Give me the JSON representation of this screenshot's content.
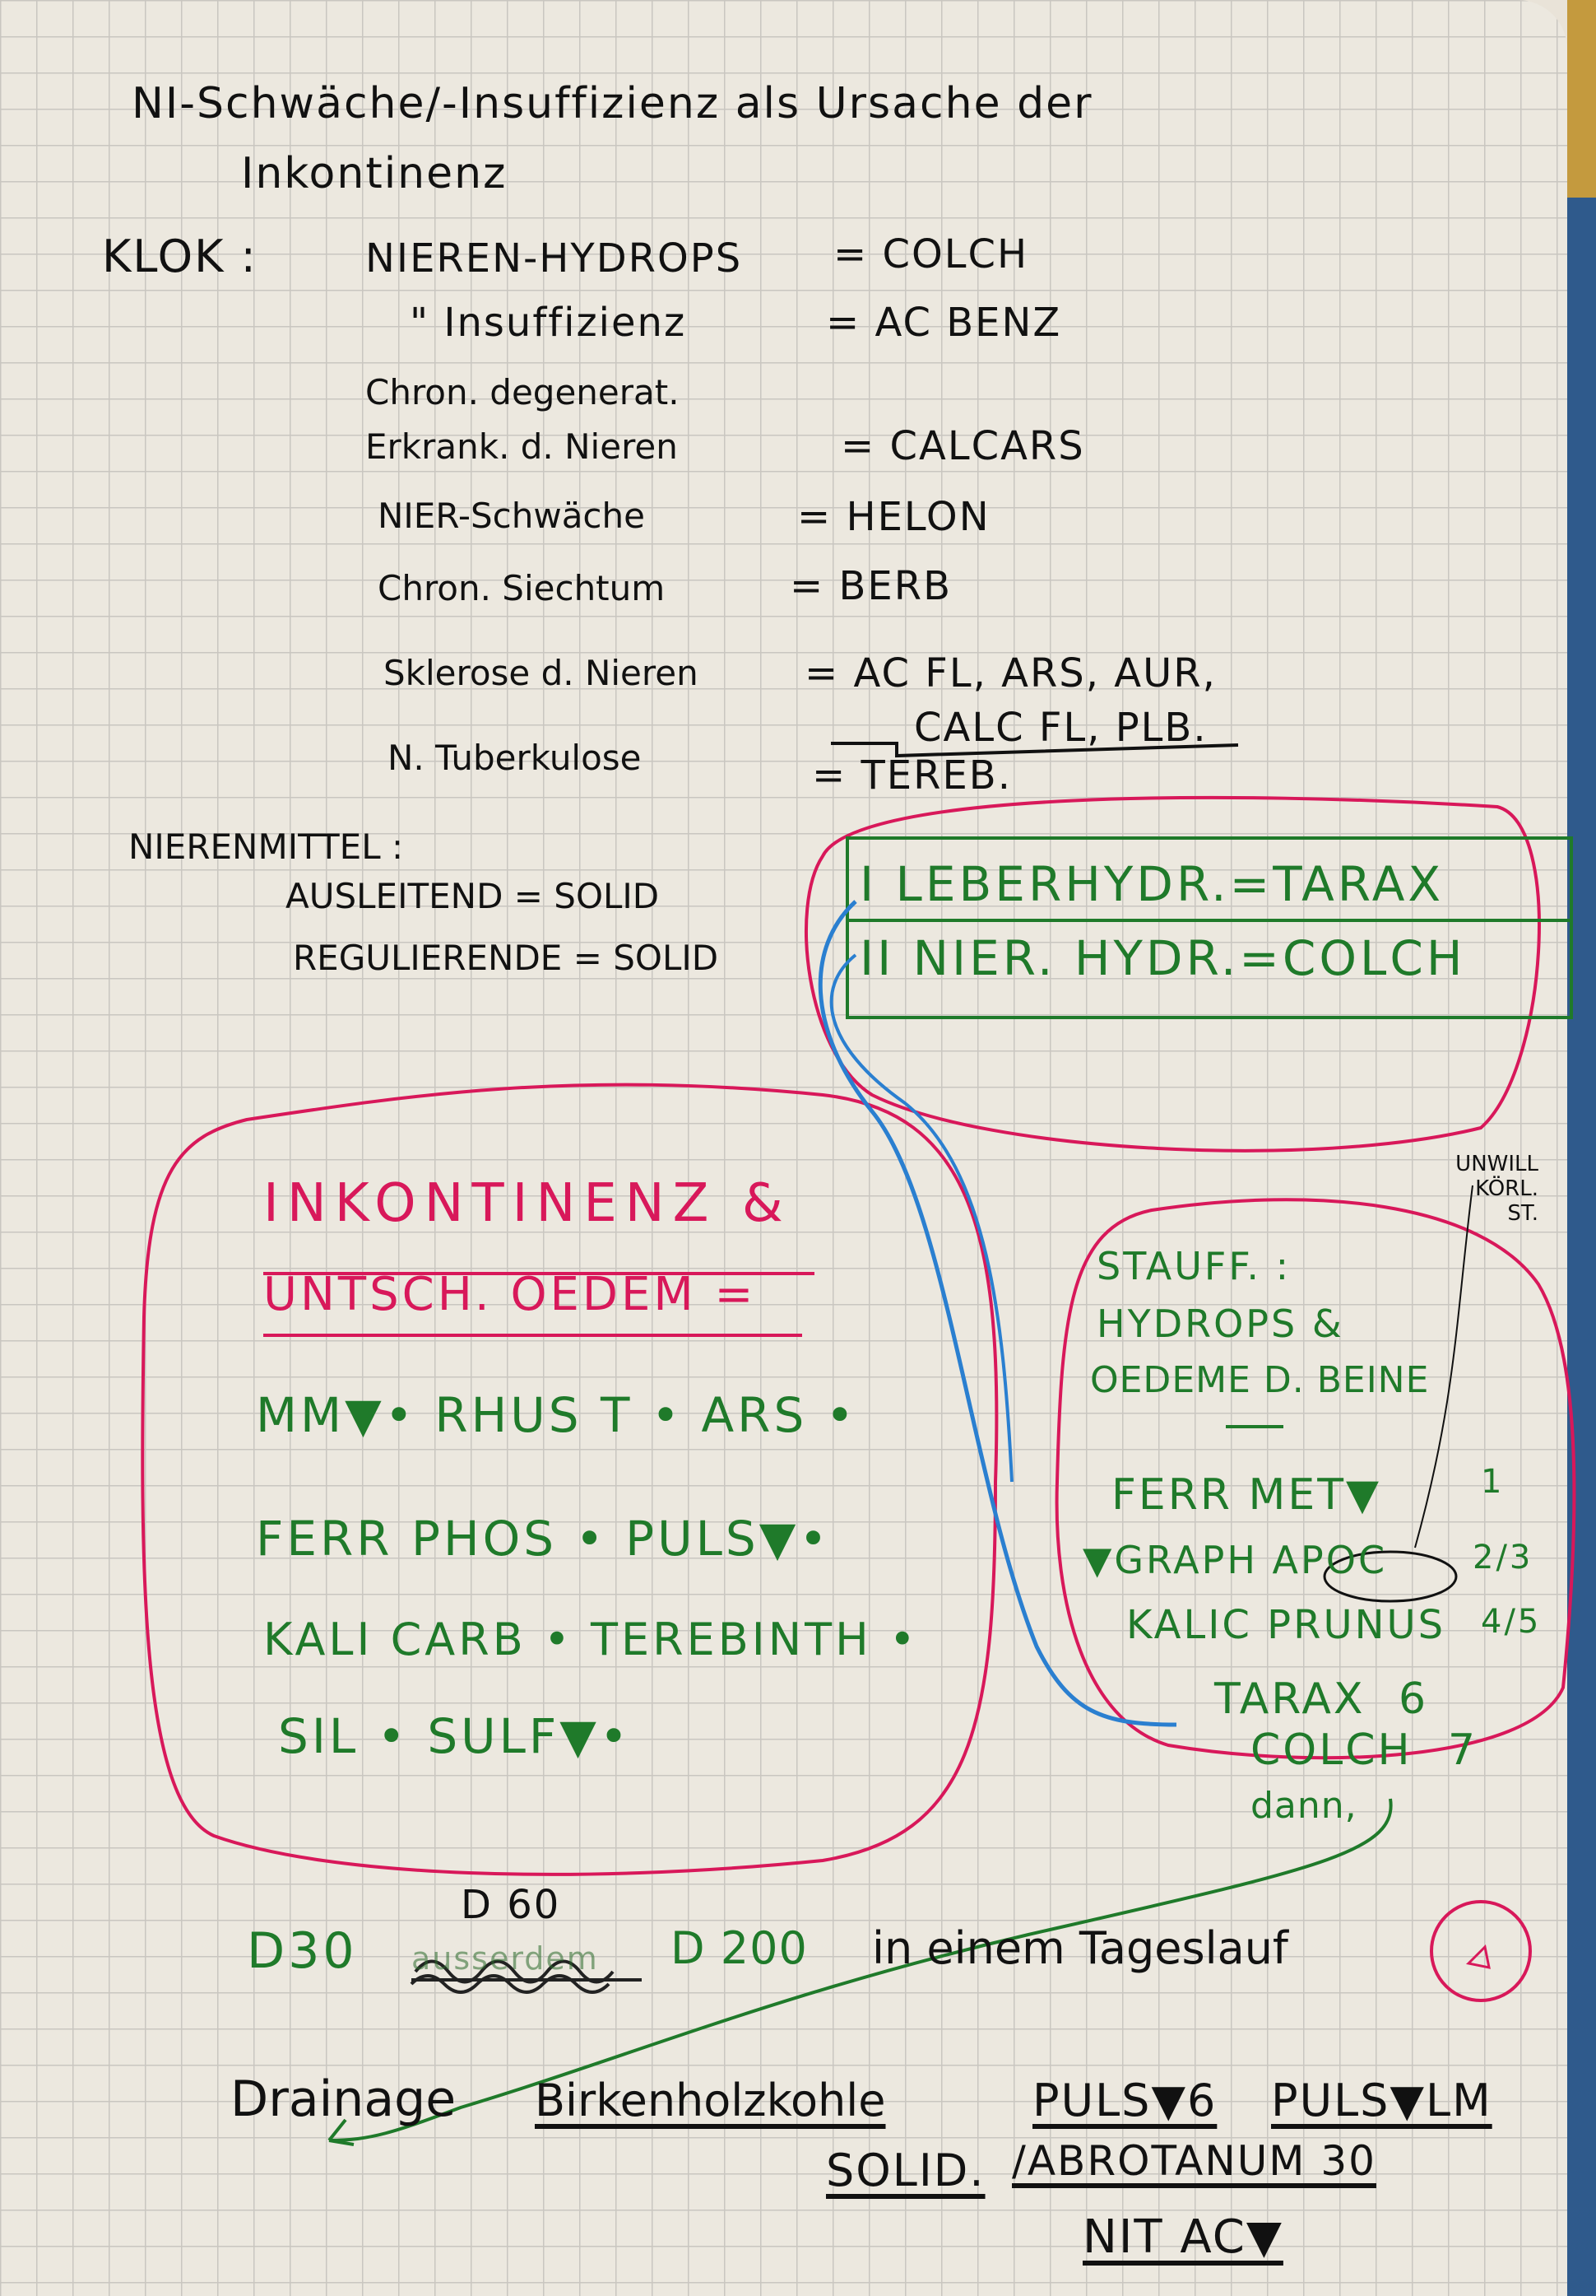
{
  "title": {
    "line1": "NI-Schwäche/-Insuffizienz als Ursache der",
    "line2": "Inkontinenz"
  },
  "klok": {
    "label": "KLOK :",
    "rows": [
      {
        "left": "NIEREN-HYDROPS",
        "right": "= COLCH"
      },
      {
        "left": "\" Insuffizienz",
        "right": "= AC BENZ"
      },
      {
        "left": "Chron. degenerat.",
        "right": ""
      },
      {
        "left": "Erkrank. d. Nieren",
        "right": "= CALCARS"
      },
      {
        "left": "NIER-Schwäche",
        "right": "= HELON"
      },
      {
        "left": "Chron. Siechtum",
        "right": "= BERB"
      },
      {
        "left": "Sklerose d. Nieren",
        "right": "= AC FL, ARS, AUR,"
      },
      {
        "left": "",
        "right": "CALC FL, PLB."
      },
      {
        "left": "N. Tuberkulose",
        "right": "= TEREB."
      }
    ]
  },
  "nierenmittel": {
    "label": "NIERENMITTEL :",
    "ausleitend": "AUSLEITEND = SOLID",
    "regulierend": "REGULIERENDE = SOLID"
  },
  "hydr_box": {
    "row1": "I LEBERHYDR.=TARAX",
    "row2": "II NIER. HYDR.=COLCH"
  },
  "inkontinenz": {
    "heading1": "INKONTINENZ &",
    "heading2": "UNTSCH. OEDEM =",
    "lines": [
      "MM▼• RHUS T • ARS •",
      "FERR PHOS • PULS▼•",
      "KALI CARB • TEREBINTH •",
      "SIL • SULF▼•"
    ]
  },
  "stauff": {
    "note": "UNWILL KÖRL. ST.",
    "heading": [
      "STAUFF. :",
      "HYDROPS &",
      "OEDEME D. BEINE"
    ],
    "items": [
      {
        "name": "FERR MET▼",
        "order": "1"
      },
      {
        "name": "▼GRAPH APOC",
        "order": "2/3"
      },
      {
        "name": "KALIC PRUNUS",
        "order": "4/5"
      },
      {
        "name": "TARAX",
        "order": "6"
      },
      {
        "name": "COLCH",
        "order": "7"
      }
    ],
    "then": "dann,"
  },
  "dosage": {
    "above": "D 60",
    "d30": "D30",
    "crossed": "ausserdem",
    "d200": "D 200",
    "rest": "in einem Tageslauf"
  },
  "drainage": {
    "label": "Drainage",
    "items": [
      "Birkenholzkohle",
      "PULS▼6",
      "PULS▼LM"
    ],
    "solid": "SOLID.",
    "abrotanum": "/ABROTANUM 30",
    "nitac": "NIT AC▼"
  },
  "colors": {
    "green": "#1f7a2a",
    "red": "#d8185a",
    "blue": "#2a7fd0",
    "ink": "#111111"
  }
}
